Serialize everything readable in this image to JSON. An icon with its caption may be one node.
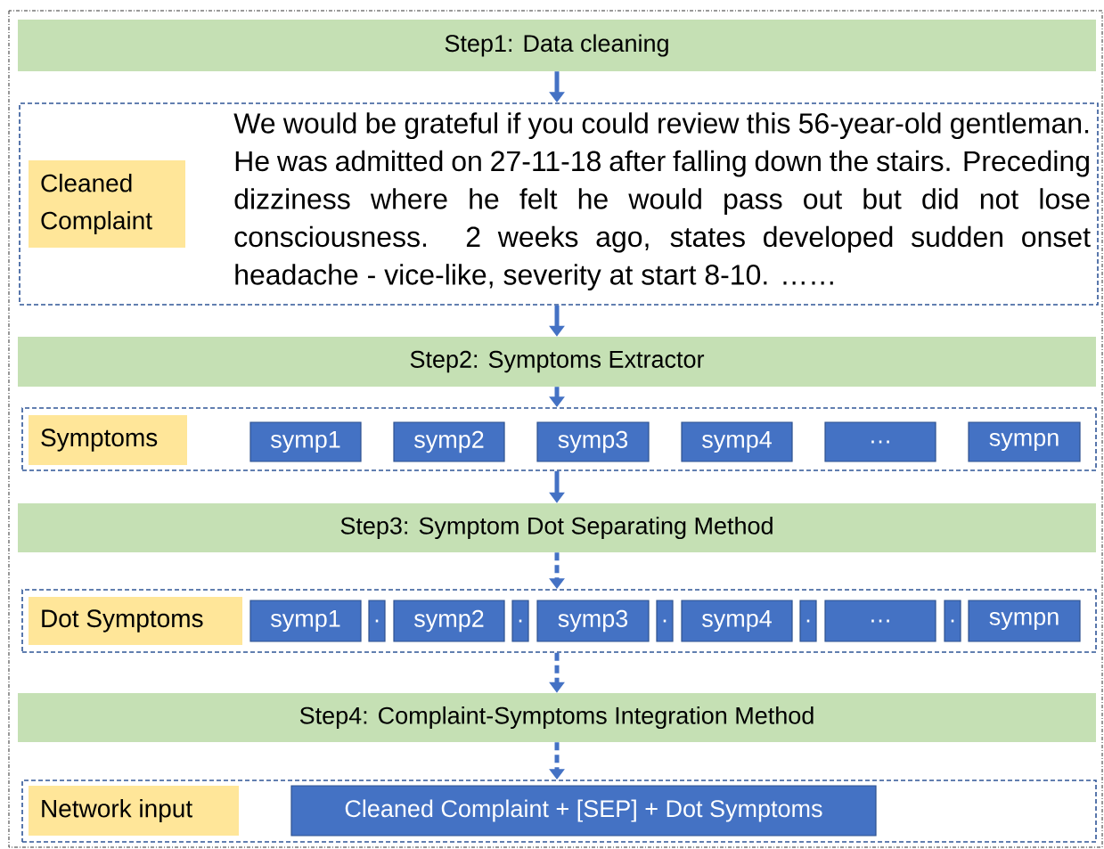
{
  "diagram": {
    "nodes": [
      {
        "text": [
          "Step1: Data cleaning"
        ]
      },
      {
        "text": [
          "We would be grateful if you could review this 56-year-old gentleman. He was admitted on 27-11-18 after falling down the stairs. Preceding dizziness where he felt he would pass out but did not lose consciousness. 2 weeks ago, states developed sudden onset headache - vice-like, severity at start 8-10. ……"
        ]
      },
      {
        "text": [
          "Cleaned Complaint"
        ],
        "in": 1
      },
      {
        "text": [
          "Step2: Symptoms Extractor"
        ]
      },
      {
        "text": [],
        "shape": "box"
      },
      {
        "text": [
          "Symptoms"
        ],
        "in": 4
      },
      {
        "text": [
          "symp1"
        ],
        "in": 4
      },
      {
        "text": [
          "symp2"
        ],
        "in": 4
      },
      {
        "text": [
          "symp3"
        ],
        "in": 4
      },
      {
        "text": [
          "symp4"
        ],
        "in": 4
      },
      {
        "text": [
          "…"
        ],
        "in": 4
      },
      {
        "text": [
          "sympn"
        ],
        "in": 4
      },
      {
        "text": [
          "Step3: Symptom Dot Separating Method"
        ]
      },
      {
        "text": [],
        "shape": "box"
      },
      {
        "text": [
          "Dot Symptoms"
        ],
        "in": 13
      },
      {
        "text": [
          "symp1"
        ],
        "in": 13
      },
      {
        "text": [
          "."
        ],
        "in": 13
      },
      {
        "text": [
          "symp2"
        ],
        "in": 13
      },
      {
        "text": [
          "."
        ],
        "in": 13
      },
      {
        "text": [
          "symp3"
        ],
        "in": 13
      },
      {
        "text": [
          "."
        ],
        "in": 13
      },
      {
        "text": [
          "symp4"
        ],
        "in": 13
      },
      {
        "text": [
          "."
        ],
        "in": 13
      },
      {
        "text": [
          "…"
        ],
        "in": 13
      },
      {
        "text": [
          "."
        ],
        "in": 13
      },
      {
        "text": [
          "sympn"
        ],
        "in": 13
      },
      {
        "text": [
          "Step4: Complaint-Symptoms Integration Method"
        ]
      },
      {
        "text": [],
        "shape": "box"
      },
      {
        "text": [
          "Network input"
        ],
        "in": 27
      },
      {
        "text": [
          "Cleaned Complaint + [SEP] + Dot Symptoms"
        ],
        "in": 27
      }
    ],
    "edges": [
      {
        "from": 0,
        "to": 1,
        "arrow": "to"
      },
      {
        "from": 1,
        "to": 3,
        "arrow": "to"
      },
      {
        "from": 3,
        "to": 4,
        "arrow": "to"
      },
      {
        "from": 4,
        "to": 12,
        "arrow": "to"
      },
      {
        "from": 12,
        "to": 13,
        "arrow": "to",
        "style": "dashed"
      },
      {
        "from": 13,
        "to": 26,
        "arrow": "to",
        "style": "dashed"
      },
      {
        "from": 26,
        "to": 27,
        "arrow": "to",
        "style": "dashed"
      }
    ]
  }
}
